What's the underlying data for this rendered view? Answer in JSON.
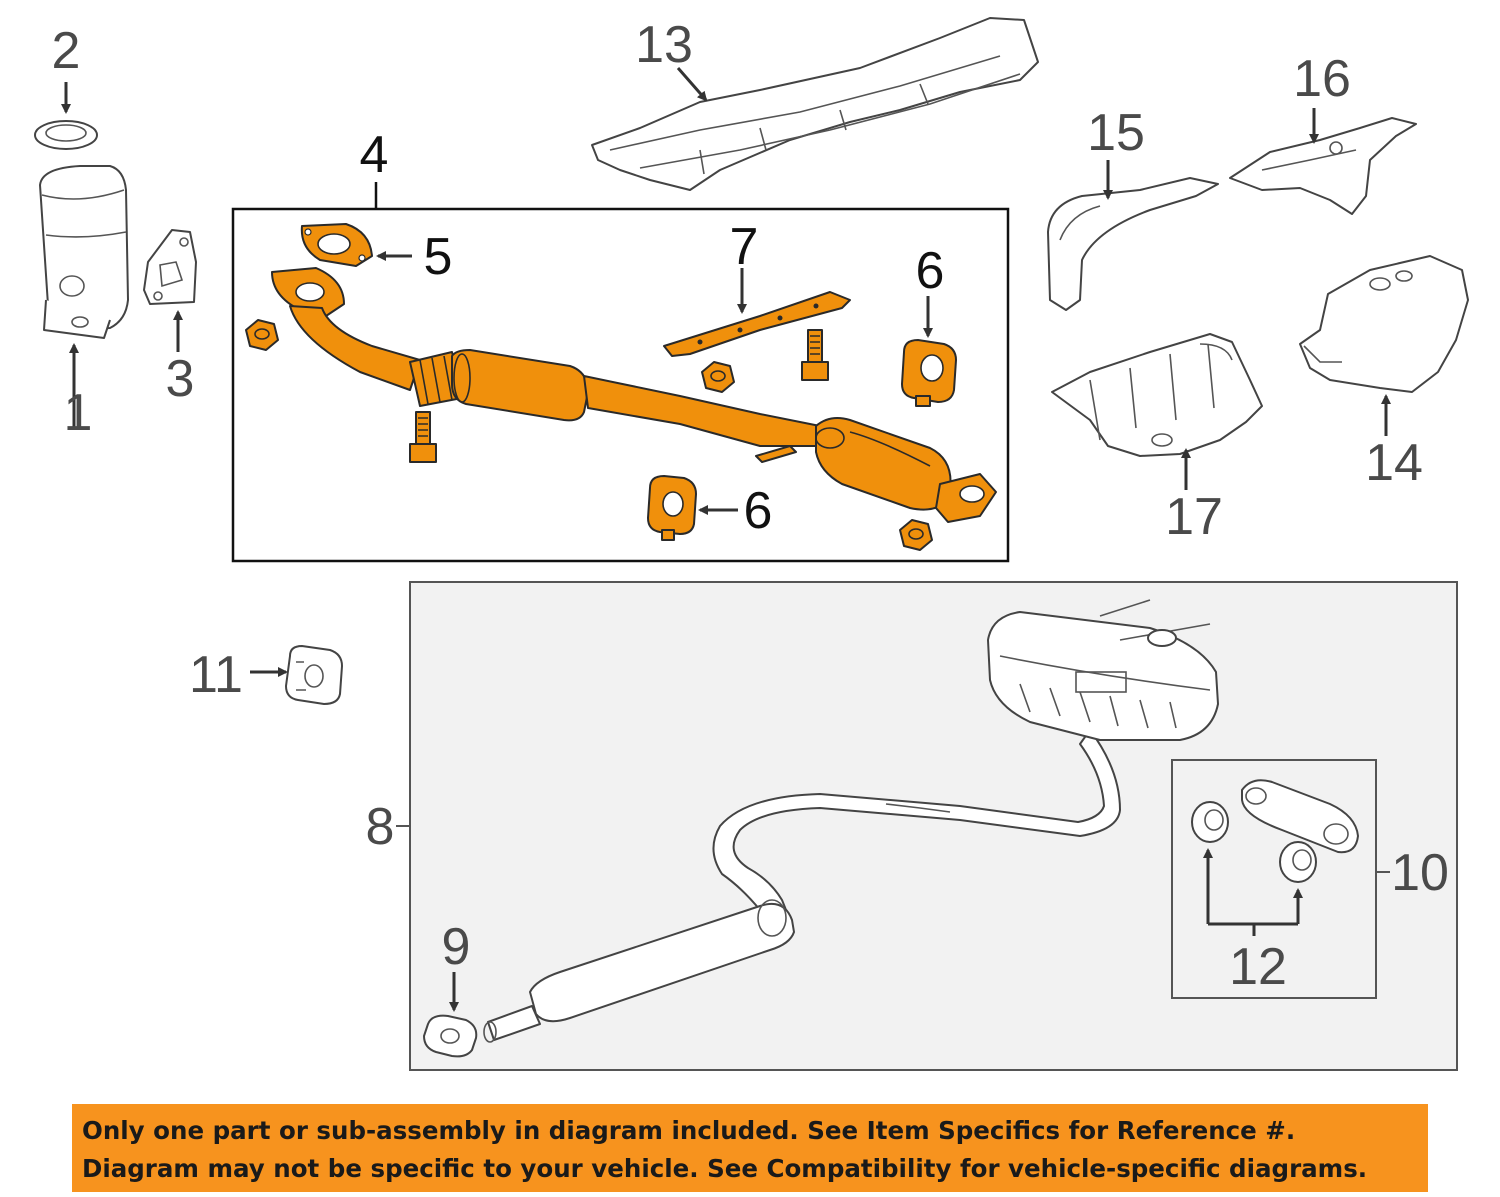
{
  "callouts": {
    "c1": "1",
    "c2": "2",
    "c3": "3",
    "c4": "4",
    "c5": "5",
    "c6a": "6",
    "c6b": "6",
    "c7": "7",
    "c8": "8",
    "c9": "9",
    "c10": "10",
    "c11": "11",
    "c12": "12",
    "c13": "13",
    "c14": "14",
    "c15": "15",
    "c16": "16",
    "c17": "17"
  },
  "colors": {
    "highlight": "#f0900c",
    "notice_background": "#f7931e",
    "linework": "#444444"
  },
  "notice": {
    "line1": "Only one part or sub-assembly in diagram included. See Item Specifics for Reference #.",
    "line2": "Diagram may not be specific to your vehicle. See Compatibility for vehicle-specific diagrams."
  }
}
